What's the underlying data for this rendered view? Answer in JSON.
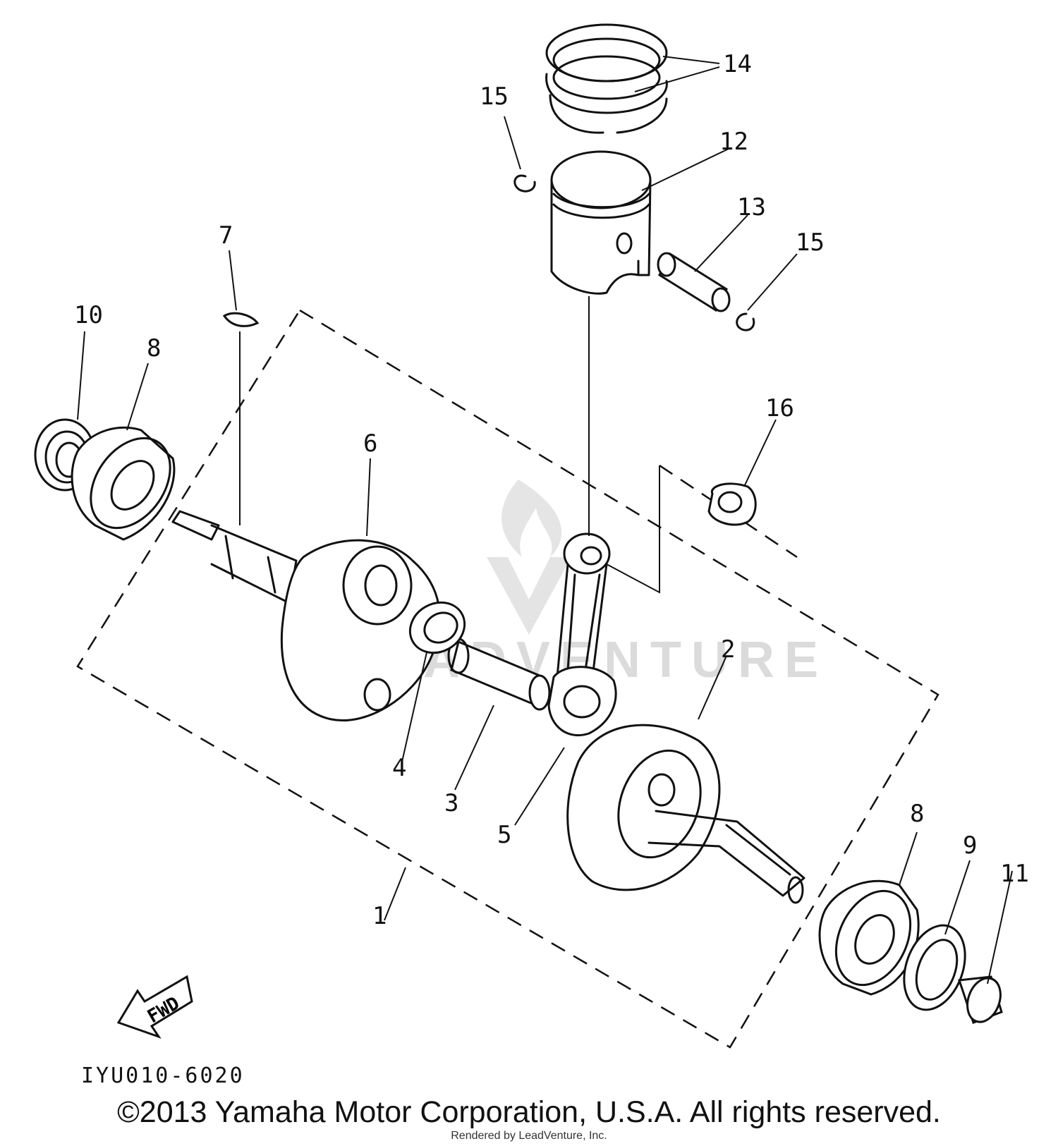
{
  "diagram": {
    "callouts": [
      {
        "id": "1",
        "label": "1"
      },
      {
        "id": "2",
        "label": "2"
      },
      {
        "id": "3",
        "label": "3"
      },
      {
        "id": "4",
        "label": "4"
      },
      {
        "id": "5",
        "label": "5"
      },
      {
        "id": "6",
        "label": "6"
      },
      {
        "id": "7",
        "label": "7"
      },
      {
        "id": "8a",
        "label": "8"
      },
      {
        "id": "8b",
        "label": "8"
      },
      {
        "id": "9",
        "label": "9"
      },
      {
        "id": "10",
        "label": "10"
      },
      {
        "id": "11",
        "label": "11"
      },
      {
        "id": "12",
        "label": "12"
      },
      {
        "id": "13",
        "label": "13"
      },
      {
        "id": "14",
        "label": "14"
      },
      {
        "id": "15a",
        "label": "15"
      },
      {
        "id": "15b",
        "label": "15"
      },
      {
        "id": "16",
        "label": "16"
      }
    ],
    "direction_label": "FWD",
    "diagram_code": "IYU010-6020",
    "watermark_text": "LEADVENTURE"
  },
  "footer": {
    "copyright": "©2013 Yamaha Motor Corporation, U.S.A. All rights reserved.",
    "render_credit": "Rendered by LeadVenture, Inc."
  }
}
